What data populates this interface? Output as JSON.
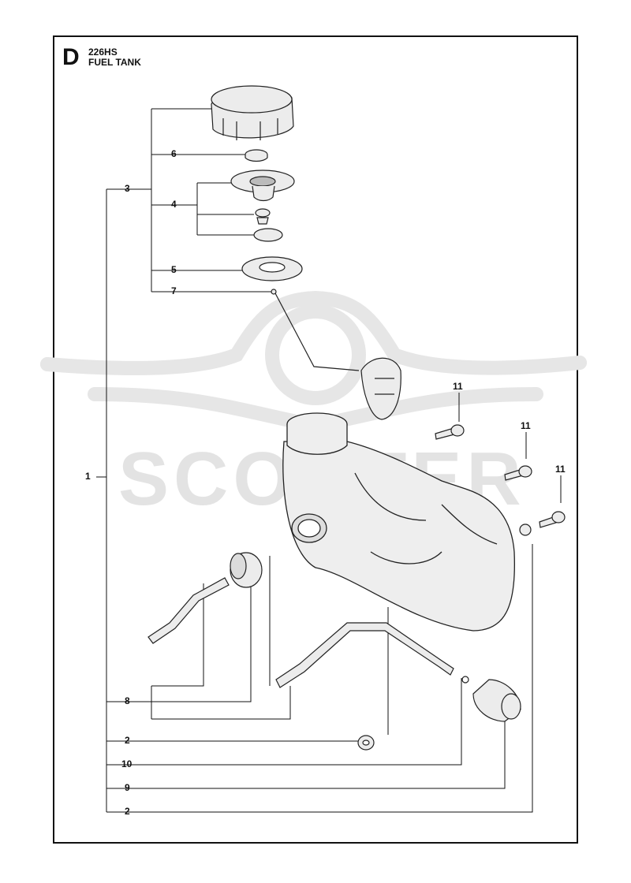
{
  "header": {
    "section_letter": "D",
    "model": "226HS",
    "title": "FUEL TANK"
  },
  "watermark": {
    "text": "SCOOTER"
  },
  "callouts": {
    "c1": "1",
    "c2a": "2",
    "c2b": "2",
    "c3": "3",
    "c4": "4",
    "c5": "5",
    "c6": "6",
    "c7": "7",
    "c8": "8",
    "c9": "9",
    "c10": "10",
    "c11a": "11",
    "c11b": "11",
    "c11c": "11"
  },
  "colors": {
    "line": "#111111",
    "part_fill": "#ececec",
    "part_stroke": "#222222",
    "watermark": "#e3e3e3"
  }
}
